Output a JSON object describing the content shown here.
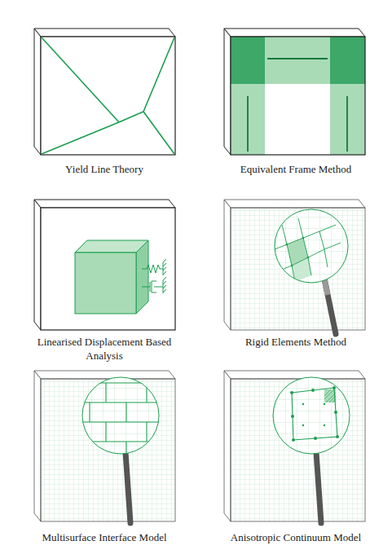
{
  "diagram": {
    "labels": [
      "Yield Line Theory",
      "Equivalent Frame Method",
      "Linearised Displacement Based Analysis",
      "Rigid Elements Method",
      "Multisurface Interface Model",
      "Anisotropic Continuum Model"
    ]
  }
}
